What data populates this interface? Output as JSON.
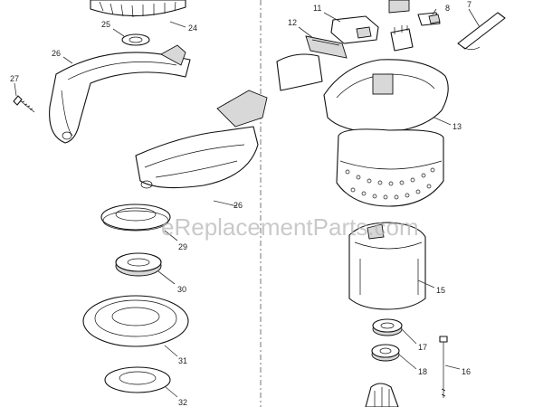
{
  "watermark": "eReplacementParts.com",
  "parts": {
    "p24": "24",
    "p25": "25",
    "p26a": "26",
    "p26b": "26",
    "p27": "27",
    "p29": "29",
    "p30": "30",
    "p31": "31",
    "p32": "32",
    "p12": "12",
    "p11": "11",
    "p8": "8",
    "p7": "7",
    "p13": "13",
    "p15": "15",
    "p17": "17",
    "p18": "18",
    "p16": "16"
  }
}
